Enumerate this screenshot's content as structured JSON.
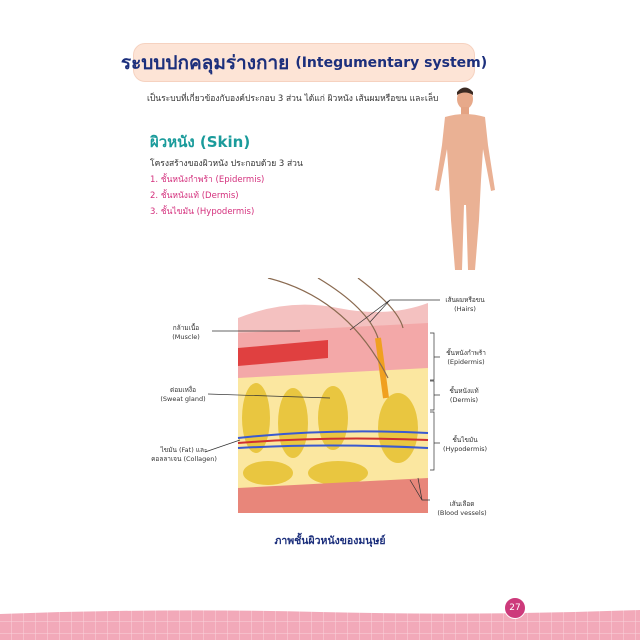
{
  "title": {
    "thai": "ระบบปกคลุมร่างกาย",
    "english": "(Integumentary system)"
  },
  "intro": "เป็นระบบที่เกี่ยวข้องกับองค์ประกอบ 3 ส่วน ได้แก่ ผิวหนัง เส้นผมหรือขน และเล็บ",
  "skin_heading": "ผิวหนัง (Skin)",
  "structure_text": "โครงสร้างของผิวหนัง ประกอบด้วย 3 ส่วน",
  "layers": [
    "1. ชั้นหนังกำพร้า (Epidermis)",
    "2. ชั้นหนังแท้ (Dermis)",
    "3. ชั้นไขมัน (Hypodermis)"
  ],
  "labels": {
    "muscle": {
      "th": "กล้ามเนื้อ",
      "en": "(Muscle)"
    },
    "sweat": {
      "th": "ต่อมเหงื่อ",
      "en": "(Sweat gland)"
    },
    "fat": {
      "th": "ไขมัน (Fat) และ",
      "en": "คอลลาเจน (Collagen)"
    },
    "hairs": {
      "th": "เส้นผมหรือขน",
      "en": "(Hairs)"
    },
    "epidermis": {
      "th": "ชั้นหนังกำพร้า",
      "en": "(Epidermis)"
    },
    "dermis": {
      "th": "ชั้นหนังแท้",
      "en": "(Dermis)"
    },
    "hypodermis": {
      "th": "ชั้นไขมัน",
      "en": "(Hypodermis)"
    },
    "blood": {
      "th": "เส้นเลือด",
      "en": "(Blood vessels)"
    }
  },
  "caption": "ภาพชั้นผิวหนังของมนุษย์",
  "page_number": "27"
}
